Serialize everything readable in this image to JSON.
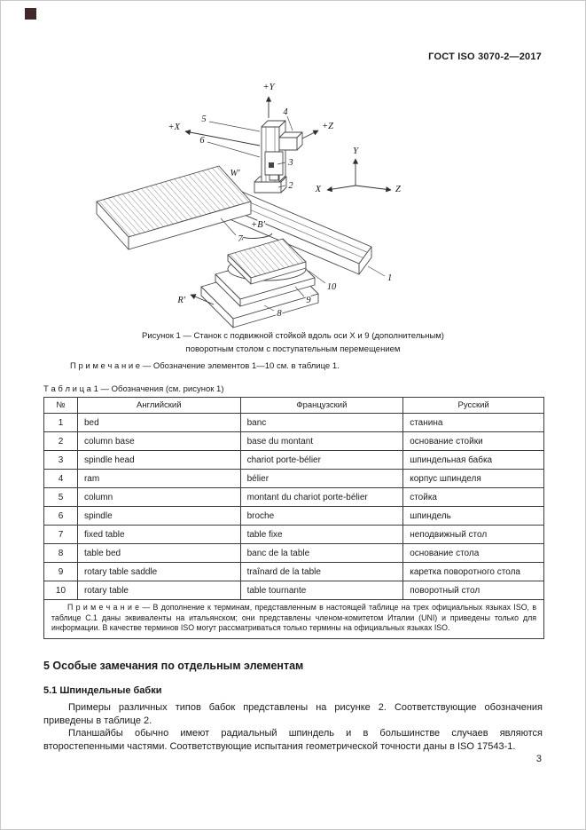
{
  "header": {
    "doc_number": "ГОСТ ISO 3070-2—2017"
  },
  "figure": {
    "labels": {
      "plus_y": "+Y",
      "plus_x": "+X",
      "plus_z": "+Z",
      "plus_b": "+B'",
      "r_prime": "R'",
      "w_prime": "W'",
      "triad_x": "X",
      "triad_y": "Y",
      "triad_z": "Z"
    },
    "callouts": [
      "1",
      "2",
      "3",
      "4",
      "5",
      "6",
      "7",
      "8",
      "9",
      "10"
    ],
    "caption_line1": "Рисунок 1 — Станок с подвижной стойкой вдоль оси X и 9 (дополнительным)",
    "caption_line2": "поворотным столом с поступательным перемещением",
    "note": "П р и м е ч а н и е — Обозначение элементов 1—10 см. в таблице 1."
  },
  "table": {
    "title": "Т а б л и ц а  1 — Обозначения (см. рисунок 1)",
    "headers": [
      "№",
      "Английский",
      "Французский",
      "Русский"
    ],
    "rows": [
      [
        "1",
        "bed",
        "banc",
        "станина"
      ],
      [
        "2",
        "column base",
        "base du montant",
        "основание стойки"
      ],
      [
        "3",
        "spindle head",
        "chariot porte-bélier",
        "шпиндельная бабка"
      ],
      [
        "4",
        "ram",
        "bélier",
        "корпус шпинделя"
      ],
      [
        "5",
        "column",
        "montant du chariot porte-bélier",
        "стойка"
      ],
      [
        "6",
        "spindle",
        "broche",
        "шпиндель"
      ],
      [
        "7",
        "fixed table",
        "table fixe",
        "неподвижный стол"
      ],
      [
        "8",
        "table bed",
        "banc de la table",
        "основание стола"
      ],
      [
        "9",
        "rotary table saddle",
        "traînard de la table",
        "каретка поворотного стола"
      ],
      [
        "10",
        "rotary table",
        "table tournante",
        "поворотный стол"
      ]
    ],
    "note": "П р и м е ч а н и е — В дополнение к терминам, представленным в настоящей таблице на трех официальных языках ISO, в таблице С.1 даны эквиваленты на итальянском; они представлены членом-комитетом Италии (UNI) и приведены только для информации. В качестве терминов ISO могут рассматриваться только термины на официальных языках ISO."
  },
  "sections": {
    "heading_5": "5 Особые замечания по отдельным элементам",
    "heading_5_1": "5.1 Шпиндельные бабки",
    "para_1": "Примеры различных типов бабок представлены на рисунке 2. Соответствующие обозначения приведены в таблице 2.",
    "para_2": "Планшайбы обычно имеют радиальный шпиндель и в большинстве случаев являются второстепенными частями. Соответствующие испытания геометрической точности даны в ISO 17543-1."
  },
  "footer": {
    "page_number": "3"
  }
}
